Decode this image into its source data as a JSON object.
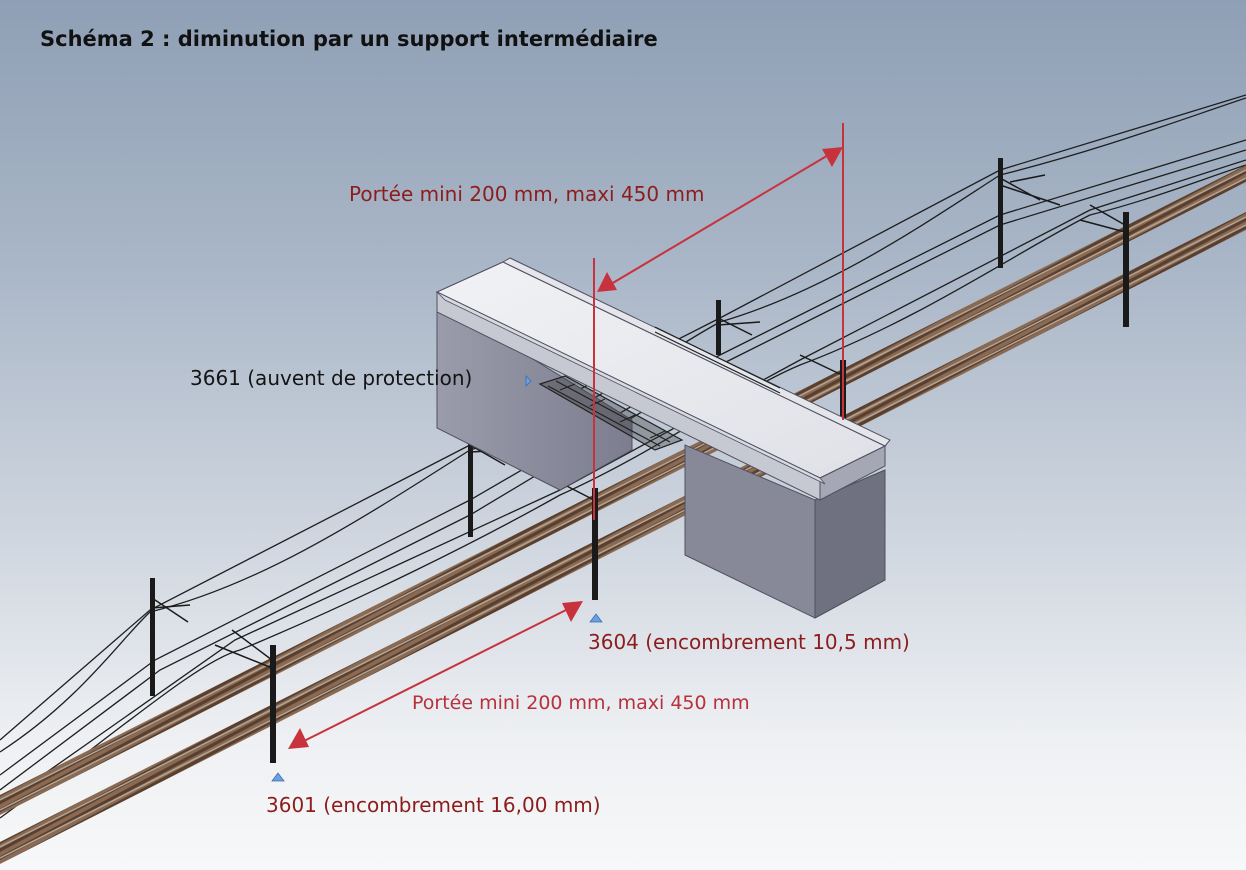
{
  "title": "Schéma 2 : diminution par un support intermédiaire",
  "labels": {
    "span_top": "Portée mini 200 mm, maxi 450 mm",
    "span_bottom": "Portée mini 200 mm, maxi 450 mm",
    "canopy": "3661 (auvent de protection)",
    "mast_3604": "3604 (encombrement 10,5 mm)",
    "mast_3601": "3601 (encombrement 16,00 mm)"
  },
  "colors": {
    "dimension_line": "#c8323c",
    "label_dark_red": "#8c1d1d",
    "label_red": "#b8303a",
    "title": "#111111",
    "marker": "#6a9fe0"
  }
}
